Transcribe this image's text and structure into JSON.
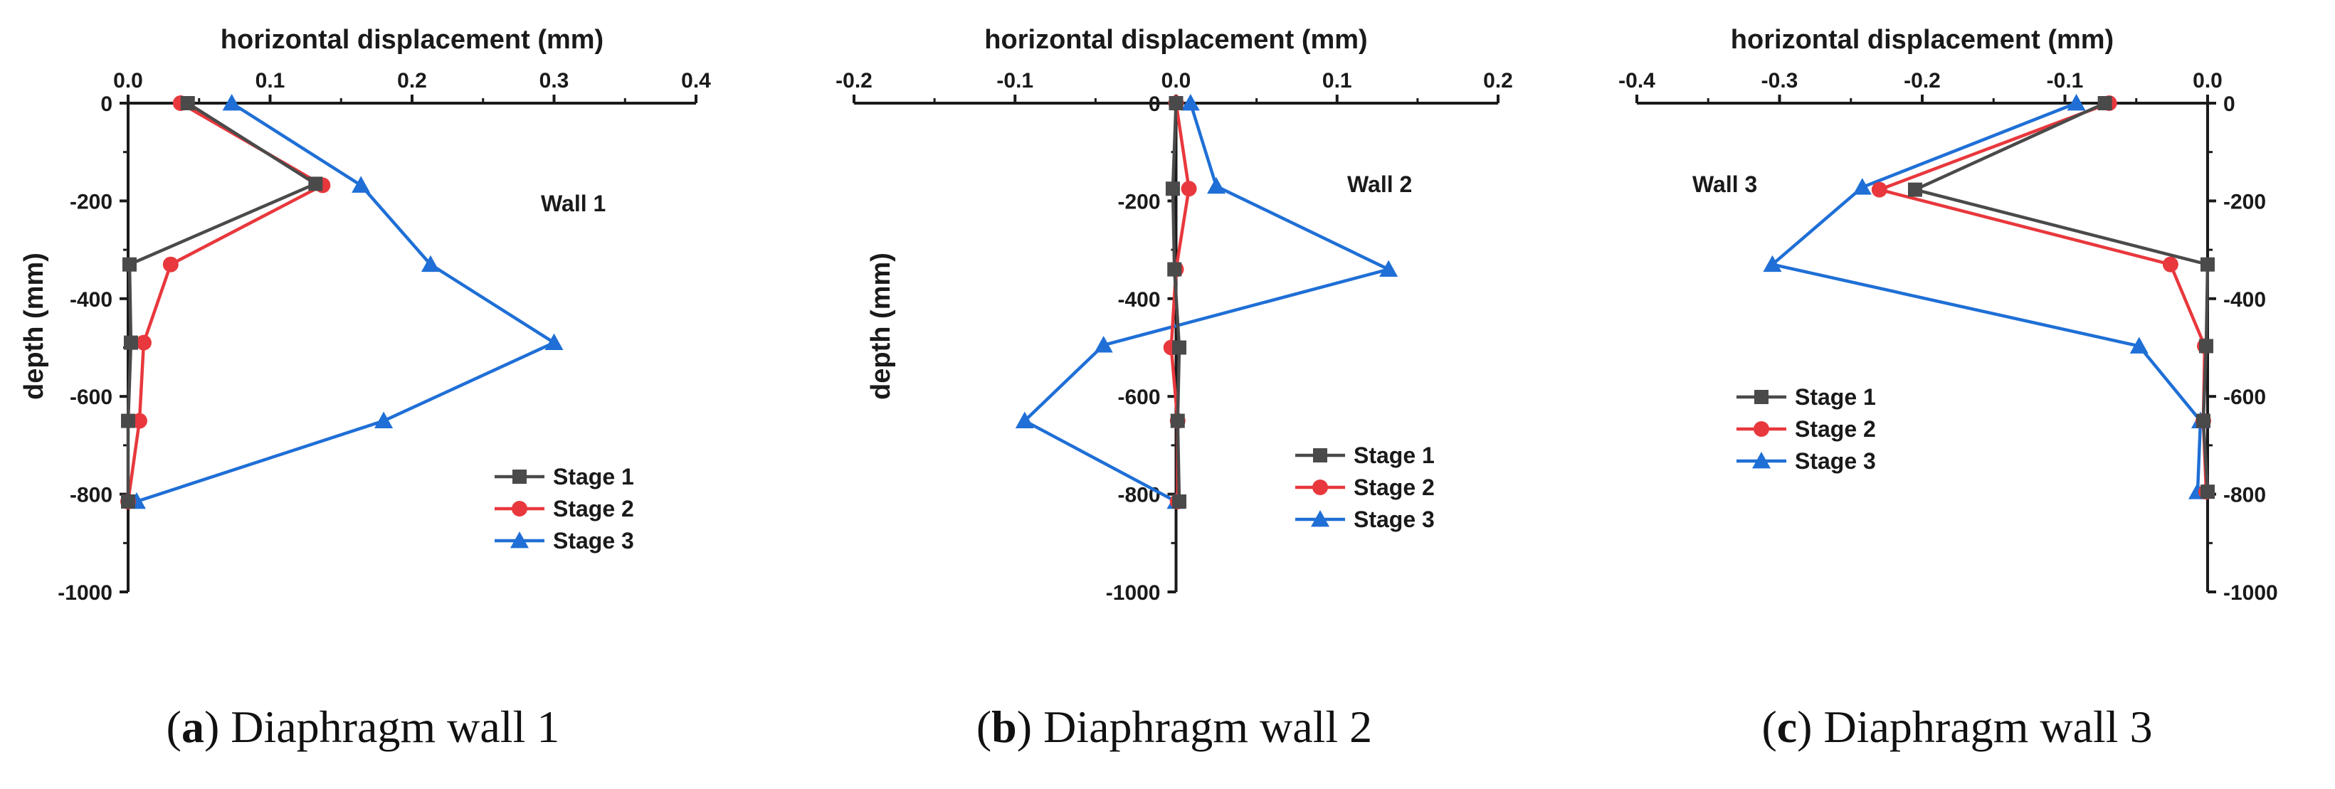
{
  "chart_data": [
    {
      "type": "line",
      "xlabel": "horizontal displacement (mm)",
      "ylabel": "depth (mm)",
      "xlim": [
        0,
        0.4
      ],
      "ylim": [
        -1000,
        0
      ],
      "xticks": [
        0.0,
        0.1,
        0.2,
        0.3,
        0.4
      ],
      "xtick_labels": [
        "0.0",
        "0.1",
        "0.2",
        "0.3",
        "0.4"
      ],
      "yticks": [
        0,
        -200,
        -400,
        -600,
        -800,
        -1000
      ],
      "ytick_labels": [
        "0",
        "-200",
        "-400",
        "-600",
        "-800",
        "-1000"
      ],
      "x_axis_position": "top",
      "y_axis_position": "left",
      "annotation": "Wall 1",
      "legend_position": "lower-right",
      "caption_letter": "a",
      "caption_text": " Diaphragm wall 1",
      "series": [
        {
          "name": "Stage 1",
          "color": "#4a4a4a",
          "marker": "square",
          "points": [
            [
              0.042,
              0
            ],
            [
              0.132,
              -165
            ],
            [
              0.001,
              -330
            ],
            [
              0.002,
              -490
            ],
            [
              0.0,
              -650
            ],
            [
              0.0,
              -815
            ]
          ]
        },
        {
          "name": "Stage 2",
          "color": "#e8383d",
          "marker": "circle",
          "points": [
            [
              0.037,
              0
            ],
            [
              0.137,
              -168
            ],
            [
              0.03,
              -330
            ],
            [
              0.011,
              -490
            ],
            [
              0.008,
              -650
            ],
            [
              0.0,
              -815
            ]
          ]
        },
        {
          "name": "Stage 3",
          "color": "#1f6fd6",
          "marker": "triangle",
          "points": [
            [
              0.073,
              0
            ],
            [
              0.164,
              -168
            ],
            [
              0.213,
              -330
            ],
            [
              0.3,
              -490
            ],
            [
              0.18,
              -650
            ],
            [
              0.006,
              -815
            ]
          ]
        }
      ]
    },
    {
      "type": "line",
      "xlabel": "horizontal displacement (mm)",
      "ylabel": "depth (mm)",
      "xlim": [
        -0.2,
        0.2
      ],
      "ylim": [
        -1000,
        0
      ],
      "xticks": [
        -0.2,
        -0.1,
        0.0,
        0.1,
        0.2
      ],
      "xtick_labels": [
        "-0.2",
        "-0.1",
        "0.0",
        "0.1",
        "0.2"
      ],
      "yticks": [
        0,
        -200,
        -400,
        -600,
        -800,
        -1000
      ],
      "ytick_labels": [
        "0",
        "-200",
        "-400",
        "-600",
        "-800",
        "-1000"
      ],
      "x_axis_position": "top",
      "y_axis_position": "zero",
      "annotation": "Wall 2",
      "legend_position": "lower-right",
      "caption_letter": "b",
      "caption_text": " Diaphragm wall 2",
      "series": [
        {
          "name": "Stage 1",
          "color": "#4a4a4a",
          "marker": "square",
          "points": [
            [
              0.0,
              0
            ],
            [
              -0.002,
              -175
            ],
            [
              -0.001,
              -340
            ],
            [
              0.002,
              -500
            ],
            [
              0.001,
              -650
            ],
            [
              0.002,
              -815
            ]
          ]
        },
        {
          "name": "Stage 2",
          "color": "#e8383d",
          "marker": "circle",
          "points": [
            [
              0.0,
              0
            ],
            [
              0.008,
              -175
            ],
            [
              0.0,
              -340
            ],
            [
              -0.003,
              -500
            ],
            [
              0.001,
              -650
            ],
            [
              0.001,
              -815
            ]
          ]
        },
        {
          "name": "Stage 3",
          "color": "#1f6fd6",
          "marker": "triangle",
          "points": [
            [
              0.009,
              0
            ],
            [
              0.025,
              -170
            ],
            [
              0.132,
              -340
            ],
            [
              -0.045,
              -495
            ],
            [
              -0.094,
              -650
            ],
            [
              0.0,
              -815
            ]
          ]
        }
      ]
    },
    {
      "type": "line",
      "xlabel": "horizontal displacement (mm)",
      "ylabel": "",
      "xlim": [
        -0.4,
        0.0
      ],
      "ylim": [
        -1000,
        0
      ],
      "xticks": [
        -0.4,
        -0.3,
        -0.2,
        -0.1,
        0.0
      ],
      "xtick_labels": [
        "-0.4",
        "-0.3",
        "-0.2",
        "-0.1",
        "0.0"
      ],
      "yticks": [
        0,
        -200,
        -400,
        -600,
        -800,
        -1000
      ],
      "ytick_labels": [
        "0",
        "-200",
        "-400",
        "-600",
        "-800",
        "-1000"
      ],
      "x_axis_position": "top",
      "y_axis_position": "right",
      "annotation": "Wall 3",
      "legend_position": "center-left",
      "caption_letter": "c",
      "caption_text": " Diaphragm wall 3",
      "series": [
        {
          "name": "Stage 1",
          "color": "#4a4a4a",
          "marker": "square",
          "points": [
            [
              -0.072,
              0
            ],
            [
              -0.205,
              -177
            ],
            [
              0.0,
              -330
            ],
            [
              -0.001,
              -497
            ],
            [
              -0.003,
              -650
            ],
            [
              0.0,
              -795
            ]
          ]
        },
        {
          "name": "Stage 2",
          "color": "#e8383d",
          "marker": "circle",
          "points": [
            [
              -0.069,
              0
            ],
            [
              -0.23,
              -177
            ],
            [
              -0.026,
              -330
            ],
            [
              -0.002,
              -497
            ],
            [
              -0.003,
              -650
            ],
            [
              -0.001,
              -795
            ]
          ]
        },
        {
          "name": "Stage 3",
          "color": "#1f6fd6",
          "marker": "triangle",
          "points": [
            [
              -0.092,
              0
            ],
            [
              -0.242,
              -172
            ],
            [
              -0.305,
              -330
            ],
            [
              -0.048,
              -497
            ],
            [
              -0.005,
              -650
            ],
            [
              -0.007,
              -795
            ]
          ]
        }
      ]
    }
  ]
}
